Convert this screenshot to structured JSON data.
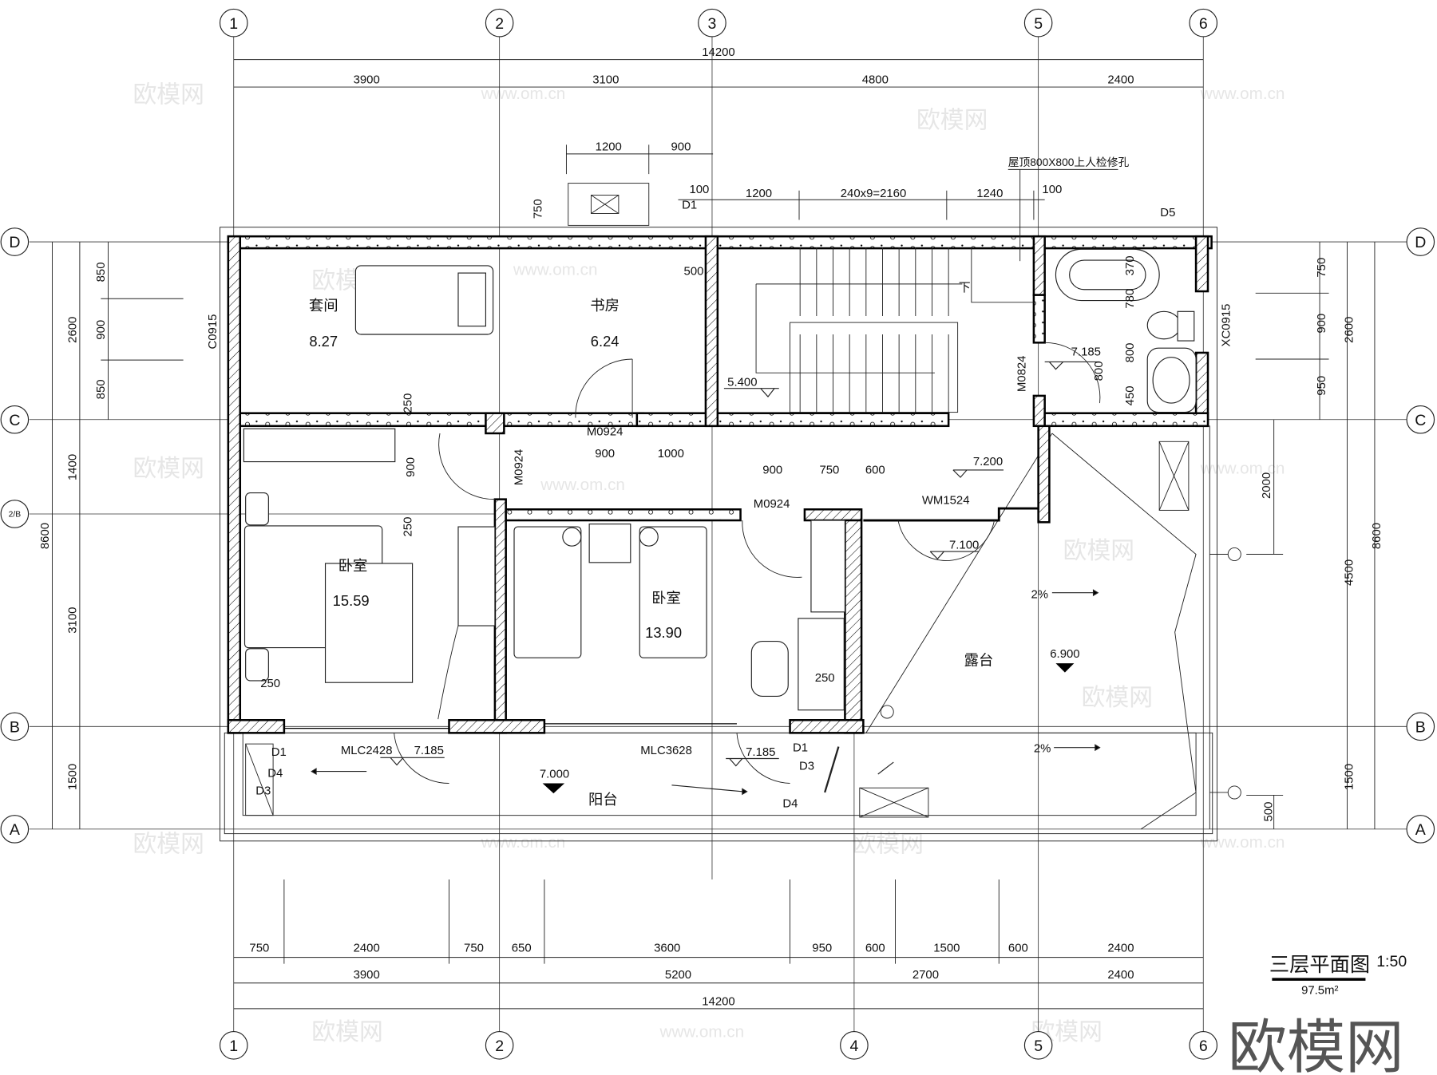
{
  "drawing": {
    "title": "三层平面图",
    "scale": "1:50",
    "area": "97.5m²",
    "watermark": "欧模网",
    "watermark_url": "www.om.cn"
  },
  "axes": {
    "top": [
      "1",
      "2",
      "3",
      "5",
      "6"
    ],
    "bottom": [
      "1",
      "2",
      "4",
      "5",
      "6"
    ],
    "left": [
      "D",
      "C",
      "2/B",
      "B",
      "A"
    ],
    "right": [
      "D",
      "C",
      "B",
      "A"
    ]
  },
  "dims": {
    "top_total": "14200",
    "top": [
      "3900",
      "3100",
      "4800",
      "2400"
    ],
    "top_detail1": [
      "1200",
      "900"
    ],
    "top_detail2": [
      "100",
      "1200",
      "240x9=2160",
      "1240",
      "100"
    ],
    "skylight_depth": "750",
    "bottom1": [
      "750",
      "2400",
      "750",
      "650",
      "3600",
      "950",
      "600",
      "1500",
      "600",
      "2400"
    ],
    "bottom2": [
      "3900",
      "5200",
      "2700",
      "2400"
    ],
    "bottom_total": "14200",
    "left1": [
      "850",
      "900",
      "850"
    ],
    "left2": [
      "2600",
      "1400",
      "3100",
      "1500"
    ],
    "left_total": "8600",
    "right1": [
      "750",
      "900",
      "950"
    ],
    "right2": [
      "2600",
      "4500",
      "1500"
    ],
    "right_total": "8600",
    "right_terrace": "2000",
    "right_balcony": "500",
    "interior": [
      "500",
      "250",
      "900",
      "250",
      "900",
      "1000",
      "900",
      "750",
      "600",
      "250",
      "250"
    ],
    "bath": [
      "370",
      "780",
      "800",
      "450",
      "800"
    ]
  },
  "rooms": [
    {
      "name": "套间",
      "area": "8.27"
    },
    {
      "name": "书房",
      "area": "6.24"
    },
    {
      "name": "卧室",
      "area": "15.59"
    },
    {
      "name": "卧室",
      "area": "13.90"
    },
    {
      "name": "露台"
    },
    {
      "name": "阳台"
    }
  ],
  "openings": {
    "window_suite": "C0915",
    "door_study": "M0924",
    "door_master": "M0924",
    "door_bed2": "M0924",
    "door_bath": "M0824",
    "window_bath": "XC0915",
    "door_terrace": "WM1524",
    "door_balcony1": "MLC2428",
    "door_balcony2": "MLC3628"
  },
  "elevations": {
    "stair": "5.400",
    "bath": "7.185",
    "corridor": "7.200",
    "terrace_door": "7.100",
    "terrace": "6.900",
    "balcony_door1": "7.185",
    "balcony_door2": "7.185",
    "balcony": "7.000"
  },
  "notes": {
    "roof_hatch": "屋顶800X800上人检修孔",
    "stair_down": "下",
    "slope1": "2%",
    "slope2": "2%",
    "d1_top": "D1",
    "d5": "D5",
    "d1_left": "D1",
    "d4_left": "D4",
    "d3_left": "D3",
    "d1_right": "D1",
    "d3_right": "D3",
    "d4_right": "D4"
  }
}
